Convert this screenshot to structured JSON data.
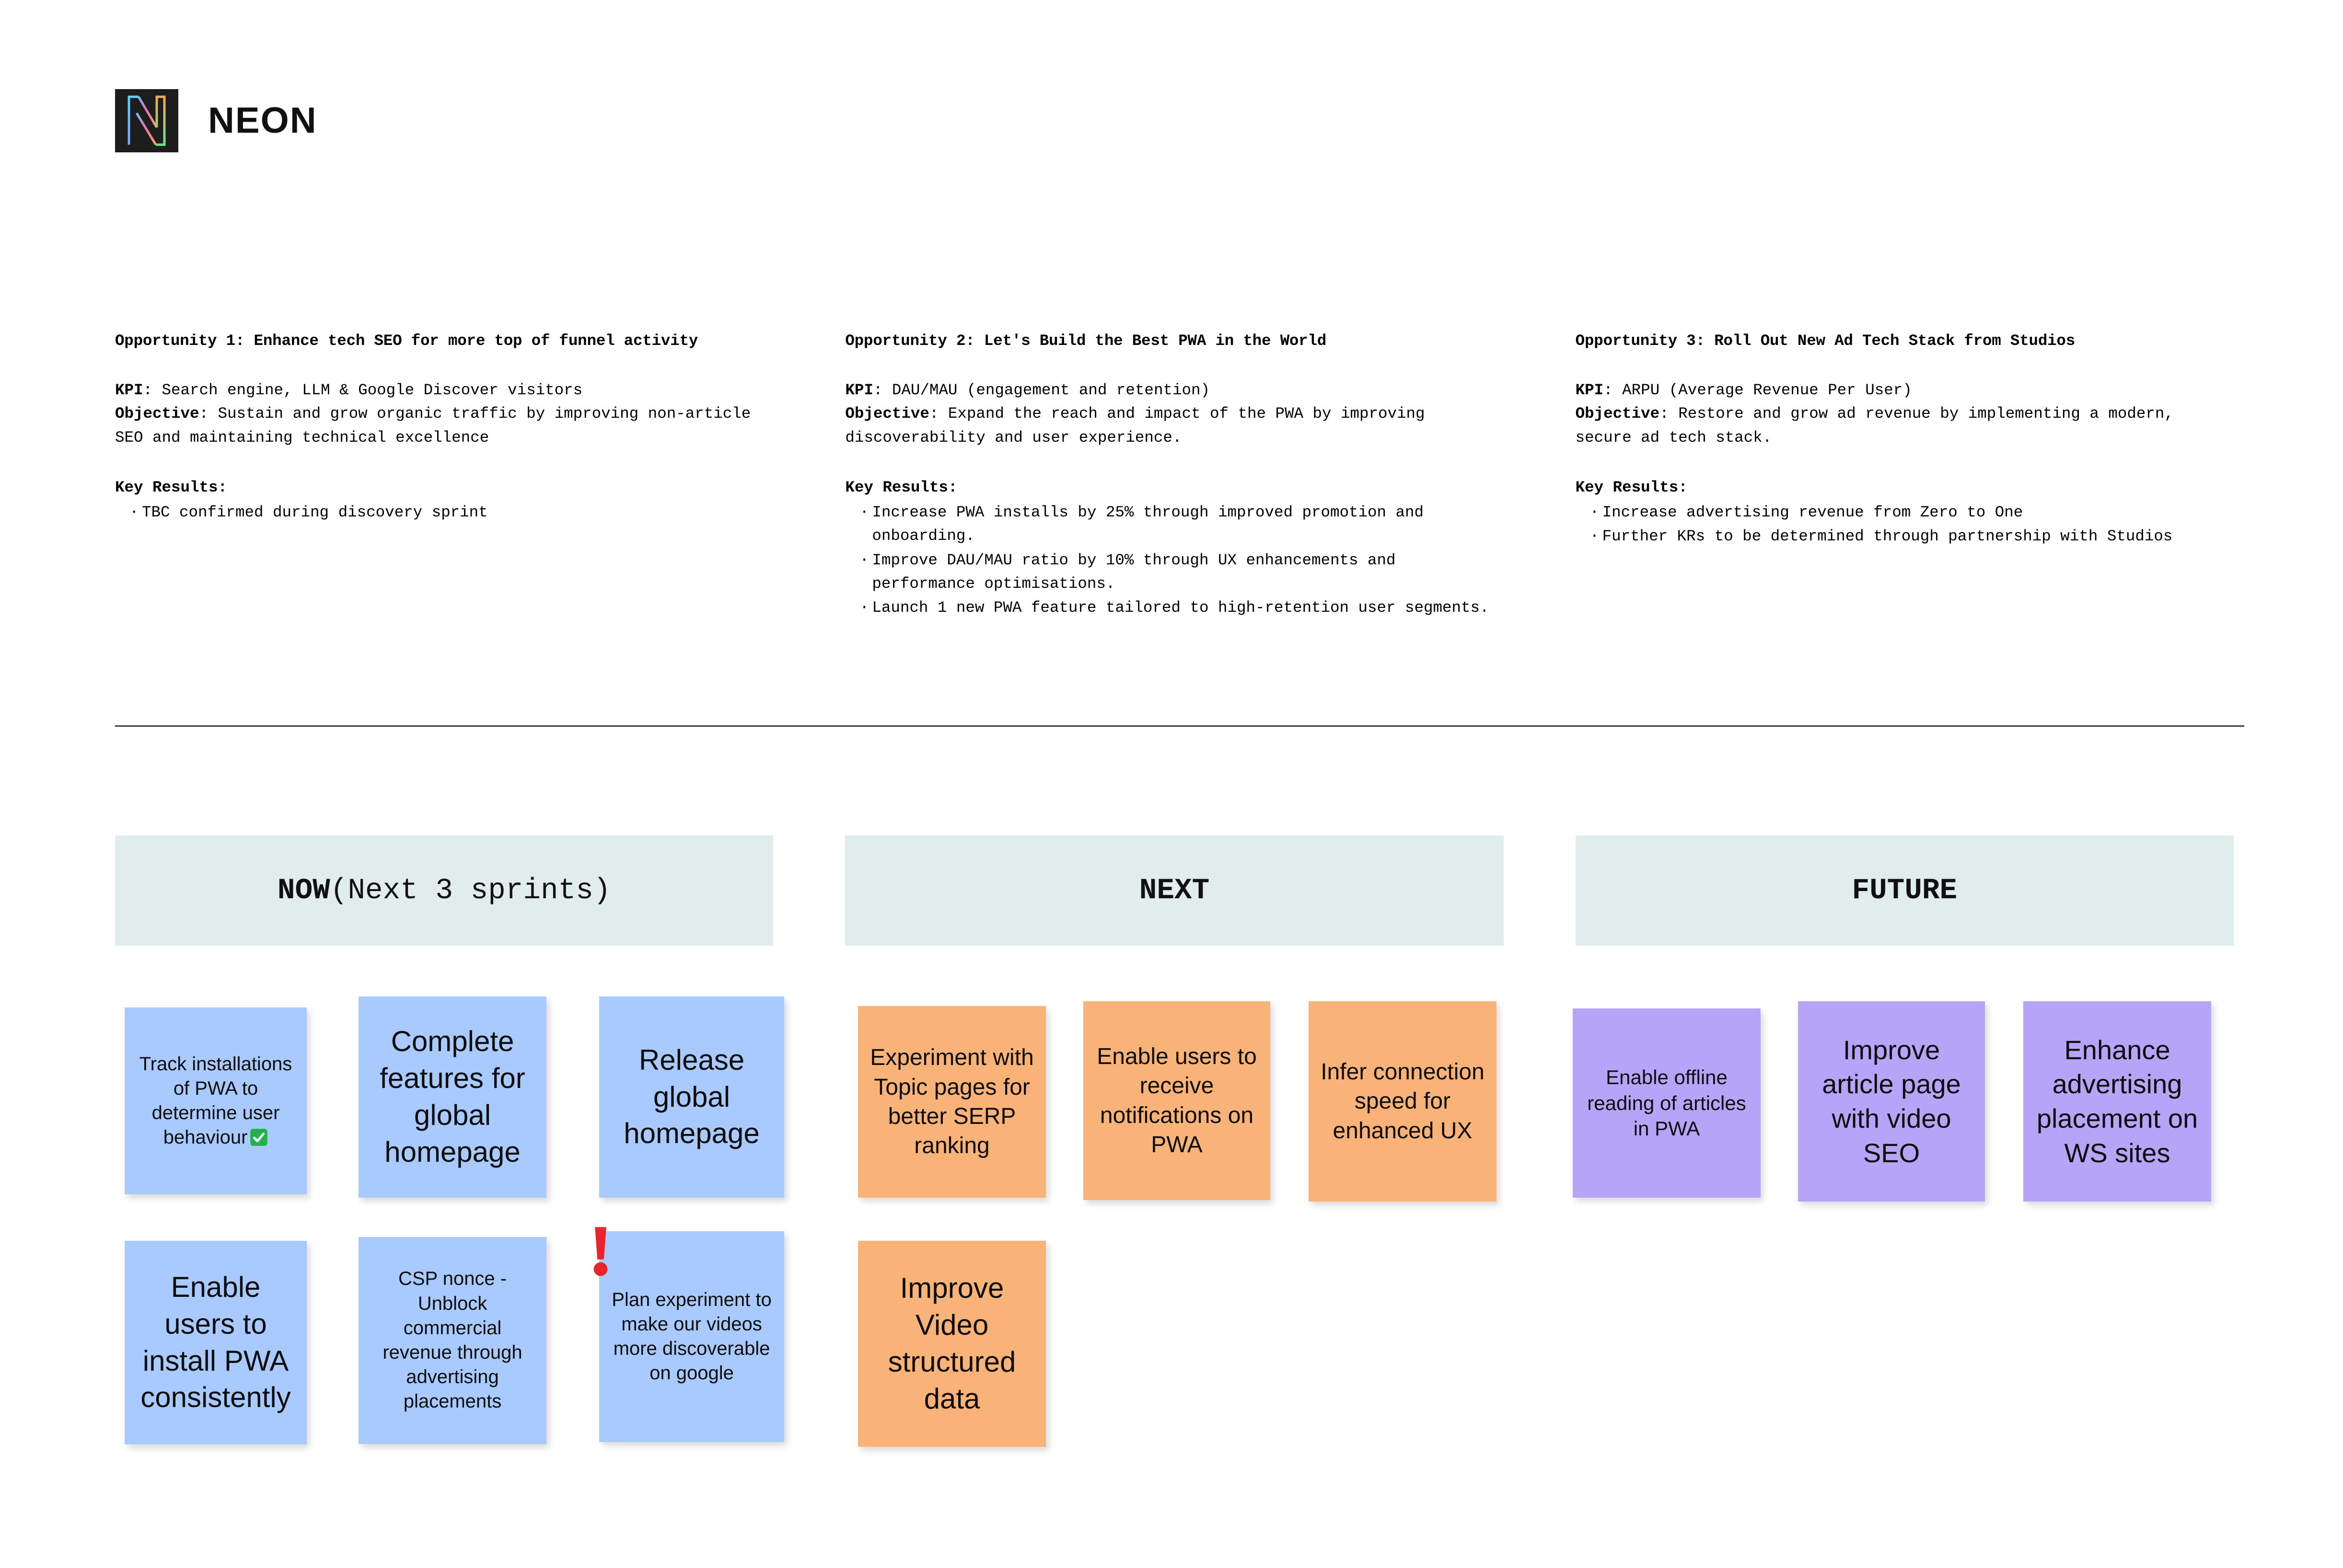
{
  "header": {
    "brand": "NEON",
    "logo_icon": "neon-n-logo",
    "logo_bg": "#1d1d1d"
  },
  "opportunities": [
    {
      "title": "Opportunity 1: Enhance tech SEO for more top of funnel activity",
      "kpi_label": "KPI",
      "kpi_value": ": Search engine, LLM & Google Discover visitors",
      "objective_label": "Objective",
      "objective_value": ": Sustain and grow organic traffic by improving non-article SEO and maintaining technical excellence",
      "key_results_label": "Key Results:",
      "key_results": [
        "TBC confirmed during discovery sprint"
      ]
    },
    {
      "title": "Opportunity 2: Let's Build the Best PWA in the World",
      "kpi_label": "KPI",
      "kpi_value": ": DAU/MAU (engagement and retention)",
      "objective_label": "Objective",
      "objective_value": ": Expand the reach and impact of the PWA by improving discoverability and user experience.",
      "key_results_label": "Key Results:",
      "key_results": [
        "Increase PWA installs by 25% through improved promotion and onboarding.",
        "Improve DAU/MAU ratio by 10% through UX enhancements and performance optimisations.",
        "Launch 1 new PWA feature tailored to high-retention user segments."
      ]
    },
    {
      "title": "Opportunity 3: Roll Out New Ad Tech Stack from Studios",
      "kpi_label": "KPI",
      "kpi_value": ": ARPU (Average Revenue Per User)",
      "objective_label": "Objective",
      "objective_value": ": Restore and grow ad revenue by implementing a modern, secure ad tech stack.",
      "key_results_label": "Key Results:",
      "key_results": [
        "Increase advertising revenue from Zero to One",
        "Further KRs to be determined through partnership with Studios"
      ]
    }
  ],
  "lanes": [
    {
      "title_strong": "NOW",
      "title_sub": " (Next 3 sprints)",
      "color": "#e1edec"
    },
    {
      "title_strong": "NEXT",
      "title_sub": "",
      "color": "#e1edec"
    },
    {
      "title_strong": "FUTURE",
      "title_sub": "",
      "color": "#e1edec"
    }
  ],
  "notes": {
    "now": [
      {
        "text": "Track installations of PWA to determine user behaviour",
        "badge": "white-check-mark-emoji",
        "color": "#a8caff"
      },
      {
        "text": "Complete features for global homepage",
        "badge": "",
        "color": "#a8caff"
      },
      {
        "text": "Release global homepage",
        "badge": "",
        "color": "#a8caff"
      },
      {
        "text": "Enable users to install PWA consistently",
        "badge": "",
        "color": "#a8caff"
      },
      {
        "text": "CSP nonce - Unblock commercial revenue through advertising placements",
        "badge": "",
        "color": "#a8caff"
      },
      {
        "text": "Plan experiment to make our videos more discoverable on google",
        "badge": "exclamation-mark-emoji",
        "color": "#a8caff"
      }
    ],
    "next": [
      {
        "text": "Experiment with Topic pages for better SERP ranking",
        "badge": "",
        "color": "#f9b277"
      },
      {
        "text": "Enable users to receive notifications on PWA",
        "badge": "",
        "color": "#f9b277"
      },
      {
        "text": "Infer connection speed for enhanced UX",
        "badge": "",
        "color": "#f9b277"
      },
      {
        "text": "Improve Video structured data",
        "badge": "",
        "color": "#f9b277"
      }
    ],
    "future": [
      {
        "text": "Enable offline reading of articles in PWA",
        "badge": "",
        "color": "#b5a4f7"
      },
      {
        "text": "Improve article page with video SEO",
        "badge": "",
        "color": "#b5a4f7"
      },
      {
        "text": "Enhance advertising placement on WS sites",
        "badge": "",
        "color": "#b5a4f7"
      }
    ]
  }
}
